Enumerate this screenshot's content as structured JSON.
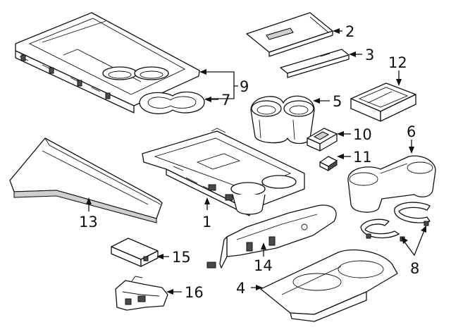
{
  "callouts": {
    "c1": "1",
    "c2": "2",
    "c3": "3",
    "c4": "4",
    "c5": "5",
    "c6": "6",
    "c7": "7",
    "c8": "8",
    "c9": "9",
    "c10": "10",
    "c11": "11",
    "c12": "12",
    "c13": "13",
    "c14": "14",
    "c15": "15",
    "c16": "16"
  },
  "colors": {
    "line": "#111111",
    "shade": "#cfcfcf",
    "background": "#ffffff"
  }
}
